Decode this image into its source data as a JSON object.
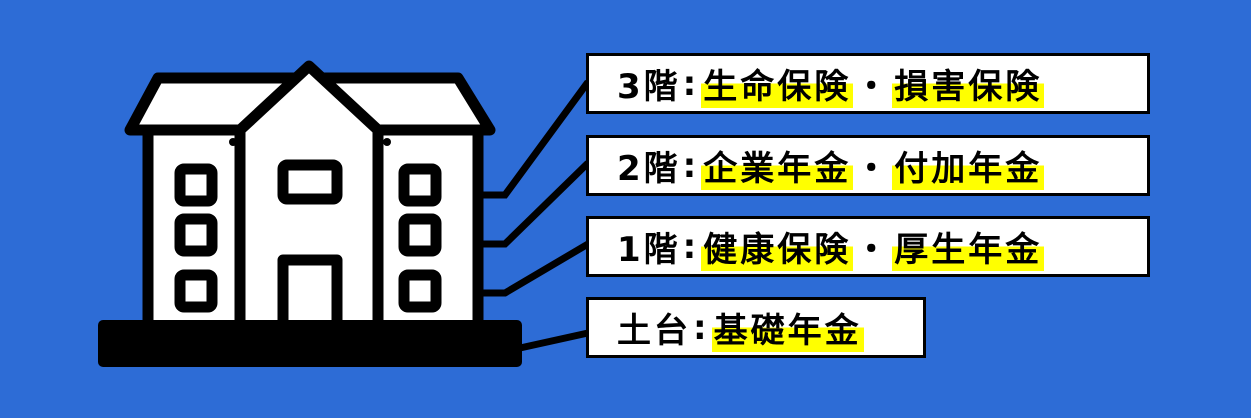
{
  "colors": {
    "background": "#2d6cd6",
    "highlight": "#ffff00",
    "outline": "#000000",
    "fill": "#ffffff"
  },
  "illustration": {
    "icon": "house-building-icon",
    "description": "three-story house on a black foundation"
  },
  "levels": [
    {
      "floor": "3階",
      "separator": ":",
      "items": [
        "生命保険",
        "損害保険"
      ],
      "dot": "・"
    },
    {
      "floor": "2階",
      "separator": ":",
      "items": [
        "企業年金",
        "付加年金"
      ],
      "dot": "・"
    },
    {
      "floor": "1階",
      "separator": ":",
      "items": [
        "健康保険",
        "厚生年金"
      ],
      "dot": "・"
    },
    {
      "floor": "土台",
      "separator": ":",
      "items": [
        "基礎年金"
      ]
    }
  ]
}
